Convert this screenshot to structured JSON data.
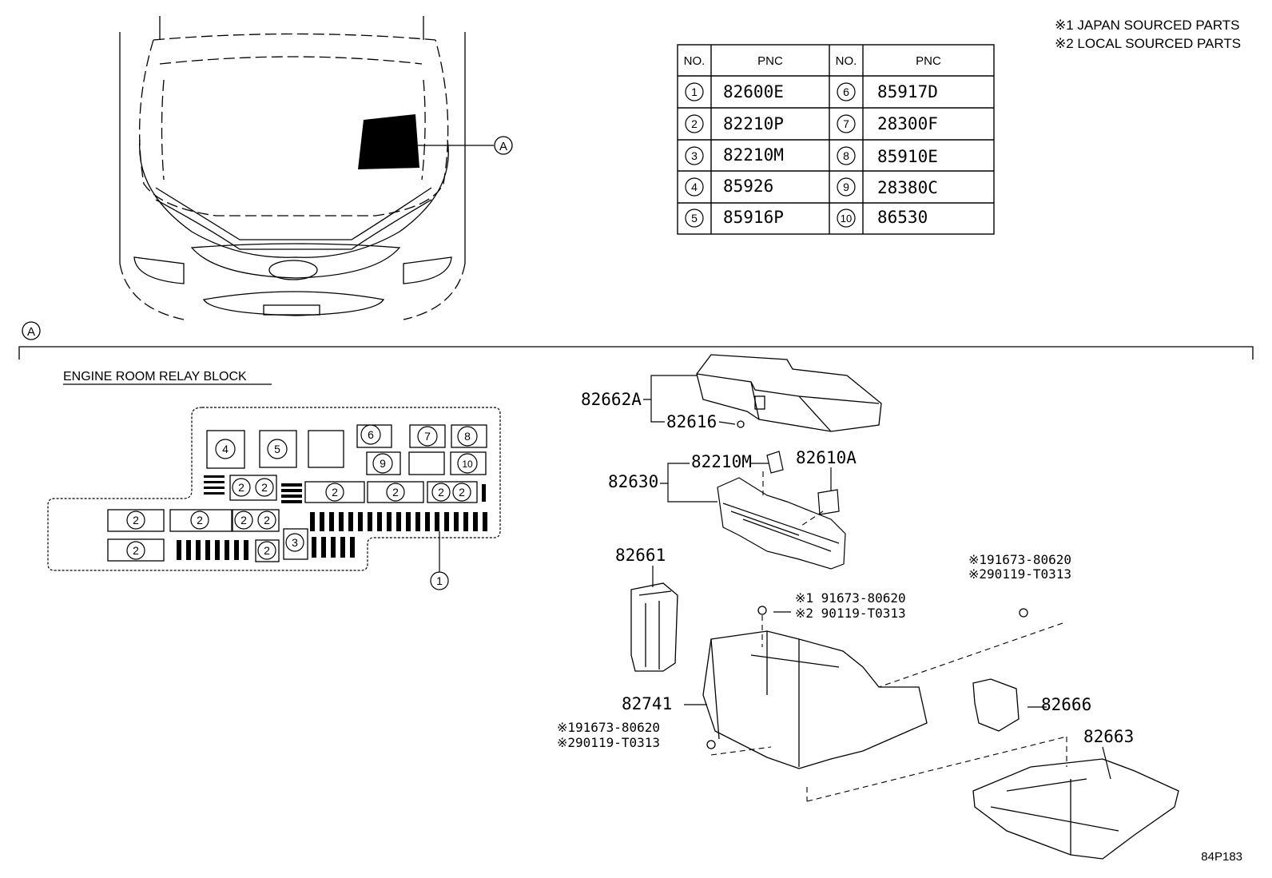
{
  "notes": [
    "※1 JAPAN SOURCED PARTS",
    "※2 LOCAL SOURCED PARTS"
  ],
  "table": {
    "headers": [
      "NO.",
      "PNC",
      "NO.",
      "PNC"
    ],
    "rows": [
      {
        "no_left": "1",
        "pnc_left": "82600E",
        "no_right": "6",
        "pnc_right": "85917D"
      },
      {
        "no_left": "2",
        "pnc_left": "82210P",
        "no_right": "7",
        "pnc_right": "28300F"
      },
      {
        "no_left": "3",
        "pnc_left": "82210M",
        "no_right": "8",
        "pnc_right": "85910E"
      },
      {
        "no_left": "4",
        "pnc_left": "85926",
        "no_right": "9",
        "pnc_right": "28380C"
      },
      {
        "no_left": "5",
        "pnc_left": "85916P",
        "no_right": "10",
        "pnc_right": "86530"
      }
    ]
  },
  "callout_a": "A",
  "relay_block": {
    "title": "ENGINE ROOM RELAY BLOCK",
    "slot_4": "4",
    "slot_5": "5",
    "slot_6": "6",
    "slot_7": "7",
    "slot_8": "8",
    "slot_9": "9",
    "slot_10": "10",
    "slot_2": "2",
    "slot_3": "3",
    "slot_1": "1"
  },
  "parts": {
    "p82662A": "82662A",
    "p82616": "82616",
    "p82210M": "82210M",
    "p82610A": "82610A",
    "p82630": "82630",
    "p82661": "82661",
    "p82741": "82741",
    "p82666": "82666",
    "p82663": "82663",
    "bolt_a1": "※1 91673-80620",
    "bolt_a2": "※2 90119-T0313",
    "bolt_b1": "※191673-80620",
    "bolt_b2": "※290119-T0313",
    "bolt_c1": "※191673-80620",
    "bolt_c2": "※290119-T0313"
  },
  "diagram_code": "84P183"
}
